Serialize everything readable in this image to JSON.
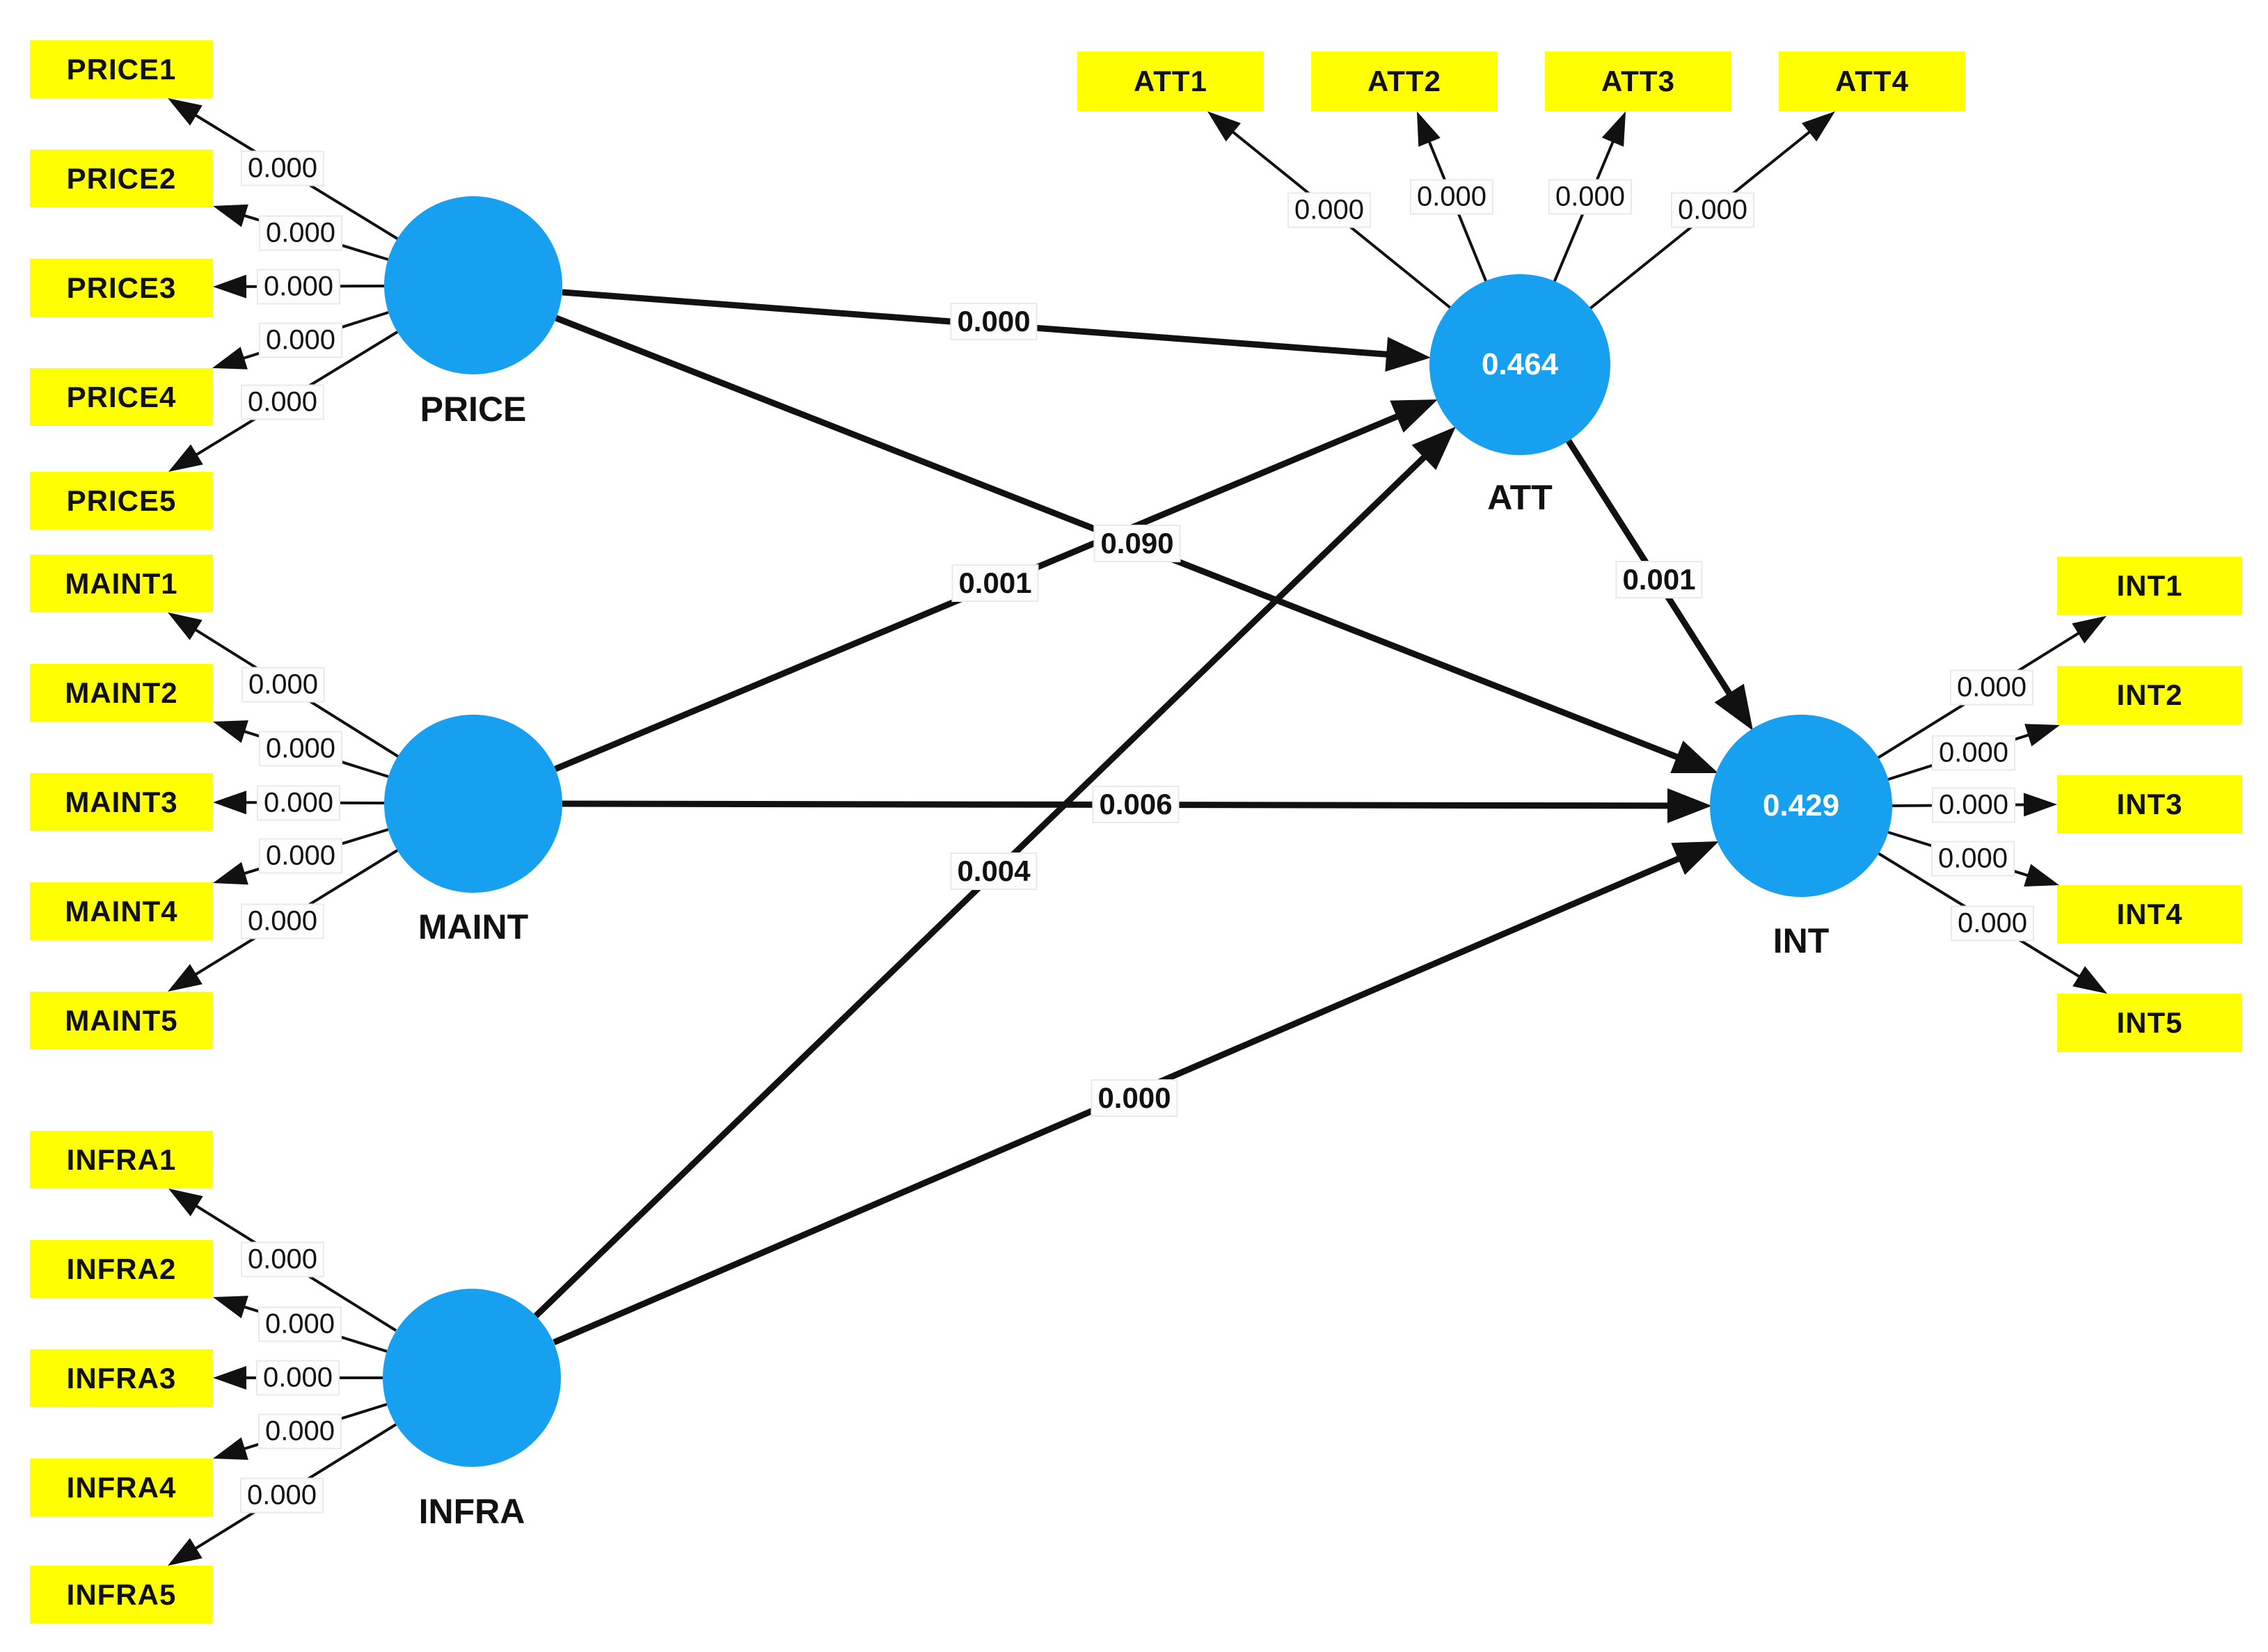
{
  "diagram": {
    "type": "structural-equation-model",
    "constructs": [
      {
        "id": "PRICE",
        "label": "PRICE",
        "r2": null
      },
      {
        "id": "MAINT",
        "label": "MAINT",
        "r2": null
      },
      {
        "id": "INFRA",
        "label": "INFRA",
        "r2": null
      },
      {
        "id": "ATT",
        "label": "ATT",
        "r2": "0.464"
      },
      {
        "id": "INT",
        "label": "INT",
        "r2": "0.429"
      }
    ],
    "indicators": [
      {
        "id": "PRICE1",
        "construct": "PRICE",
        "label": "PRICE1",
        "loading": "0.000"
      },
      {
        "id": "PRICE2",
        "construct": "PRICE",
        "label": "PRICE2",
        "loading": "0.000"
      },
      {
        "id": "PRICE3",
        "construct": "PRICE",
        "label": "PRICE3",
        "loading": "0.000"
      },
      {
        "id": "PRICE4",
        "construct": "PRICE",
        "label": "PRICE4",
        "loading": "0.000"
      },
      {
        "id": "PRICE5",
        "construct": "PRICE",
        "label": "PRICE5",
        "loading": "0.000"
      },
      {
        "id": "MAINT1",
        "construct": "MAINT",
        "label": "MAINT1",
        "loading": "0.000"
      },
      {
        "id": "MAINT2",
        "construct": "MAINT",
        "label": "MAINT2",
        "loading": "0.000"
      },
      {
        "id": "MAINT3",
        "construct": "MAINT",
        "label": "MAINT3",
        "loading": "0.000"
      },
      {
        "id": "MAINT4",
        "construct": "MAINT",
        "label": "MAINT4",
        "loading": "0.000"
      },
      {
        "id": "MAINT5",
        "construct": "MAINT",
        "label": "MAINT5",
        "loading": "0.000"
      },
      {
        "id": "INFRA1",
        "construct": "INFRA",
        "label": "INFRA1",
        "loading": "0.000"
      },
      {
        "id": "INFRA2",
        "construct": "INFRA",
        "label": "INFRA2",
        "loading": "0.000"
      },
      {
        "id": "INFRA3",
        "construct": "INFRA",
        "label": "INFRA3",
        "loading": "0.000"
      },
      {
        "id": "INFRA4",
        "construct": "INFRA",
        "label": "INFRA4",
        "loading": "0.000"
      },
      {
        "id": "INFRA5",
        "construct": "INFRA",
        "label": "INFRA5",
        "loading": "0.000"
      },
      {
        "id": "ATT1",
        "construct": "ATT",
        "label": "ATT1",
        "loading": "0.000"
      },
      {
        "id": "ATT2",
        "construct": "ATT",
        "label": "ATT2",
        "loading": "0.000"
      },
      {
        "id": "ATT3",
        "construct": "ATT",
        "label": "ATT3",
        "loading": "0.000"
      },
      {
        "id": "ATT4",
        "construct": "ATT",
        "label": "ATT4",
        "loading": "0.000"
      },
      {
        "id": "INT1",
        "construct": "INT",
        "label": "INT1",
        "loading": "0.000"
      },
      {
        "id": "INT2",
        "construct": "INT",
        "label": "INT2",
        "loading": "0.000"
      },
      {
        "id": "INT3",
        "construct": "INT",
        "label": "INT3",
        "loading": "0.000"
      },
      {
        "id": "INT4",
        "construct": "INT",
        "label": "INT4",
        "loading": "0.000"
      },
      {
        "id": "INT5",
        "construct": "INT",
        "label": "INT5",
        "loading": "0.000"
      }
    ],
    "paths": [
      {
        "id": "PRICE-ATT",
        "from": "PRICE",
        "to": "ATT",
        "coefficient": "0.000"
      },
      {
        "id": "PRICE-INT",
        "from": "PRICE",
        "to": "INT",
        "coefficient": "0.090"
      },
      {
        "id": "MAINT-ATT",
        "from": "MAINT",
        "to": "ATT",
        "coefficient": "0.001"
      },
      {
        "id": "MAINT-INT",
        "from": "MAINT",
        "to": "INT",
        "coefficient": "0.006"
      },
      {
        "id": "INFRA-ATT",
        "from": "INFRA",
        "to": "ATT",
        "coefficient": "0.004"
      },
      {
        "id": "INFRA-INT",
        "from": "INFRA",
        "to": "INT",
        "coefficient": "0.000"
      },
      {
        "id": "ATT-INT",
        "from": "ATT",
        "to": "INT",
        "coefficient": "0.001"
      }
    ],
    "colors": {
      "construct_fill": "#18A0F0",
      "indicator_fill": "#FFFF00",
      "edge": "#111111",
      "label_background": "#FDFDFD",
      "text": "#111111",
      "r2_text": "#FFFFFF"
    }
  }
}
